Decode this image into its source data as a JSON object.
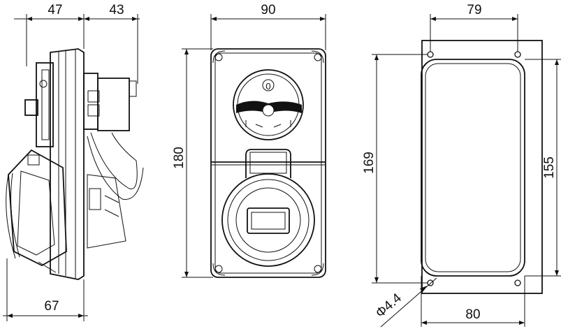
{
  "dimensions": {
    "side_top_left": "47",
    "side_top_right": "43",
    "side_bottom": "67",
    "front_width": "90",
    "front_height": "180",
    "cutout_hole_spacing": "79",
    "cutout_height_outer": "169",
    "cutout_height_inner": "155",
    "cutout_width": "80",
    "hole_diameter": "Φ4.4"
  },
  "switch_position_label": "0"
}
